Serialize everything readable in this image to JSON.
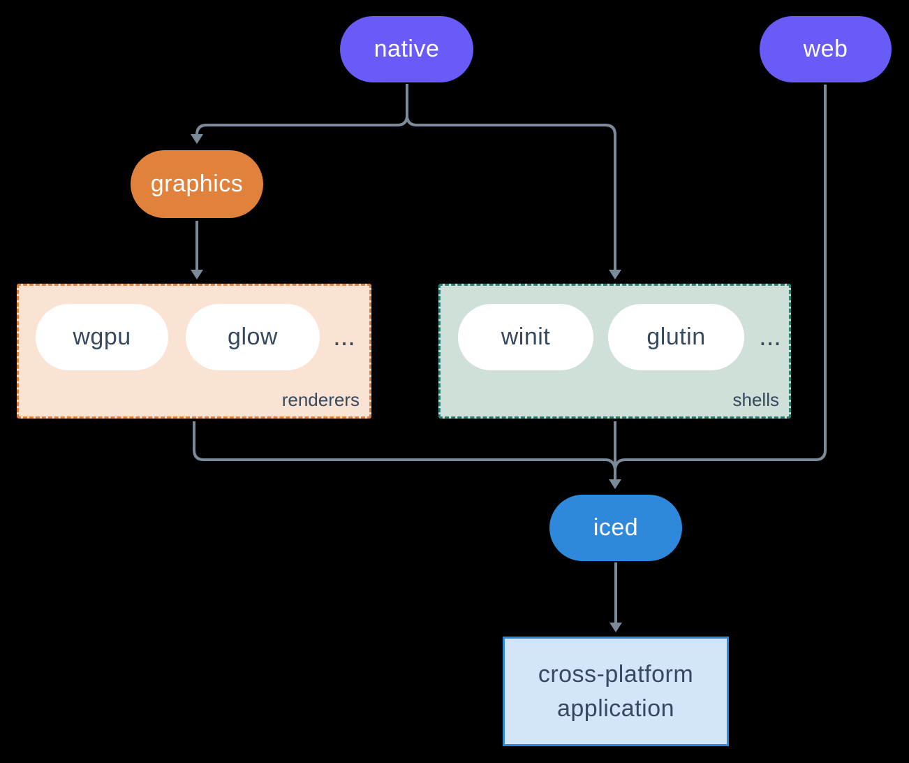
{
  "nodes": {
    "native": "native",
    "web": "web",
    "graphics": "graphics",
    "iced": "iced",
    "application": {
      "lines": [
        "cross-platform",
        "application"
      ]
    }
  },
  "groups": {
    "renderers": {
      "label": "renderers",
      "items": [
        "wgpu",
        "glow"
      ],
      "ellipsis": "..."
    },
    "shells": {
      "label": "shells",
      "items": [
        "winit",
        "glutin"
      ],
      "ellipsis": "..."
    }
  },
  "colors": {
    "background": "#000000",
    "purple": "#695bf8",
    "orange": "#e0813c",
    "blue": "#2e89dc",
    "renderers_fill": "#fae3d3",
    "renderers_border": "#e0813c",
    "shells_fill": "#cfe0d9",
    "shells_border": "#2b8073",
    "application_fill": "#d3e5f8",
    "application_border": "#2e89dc",
    "connector": "#7b8b9a",
    "dark_text": "#36495e",
    "light_text": "#ffffff"
  }
}
